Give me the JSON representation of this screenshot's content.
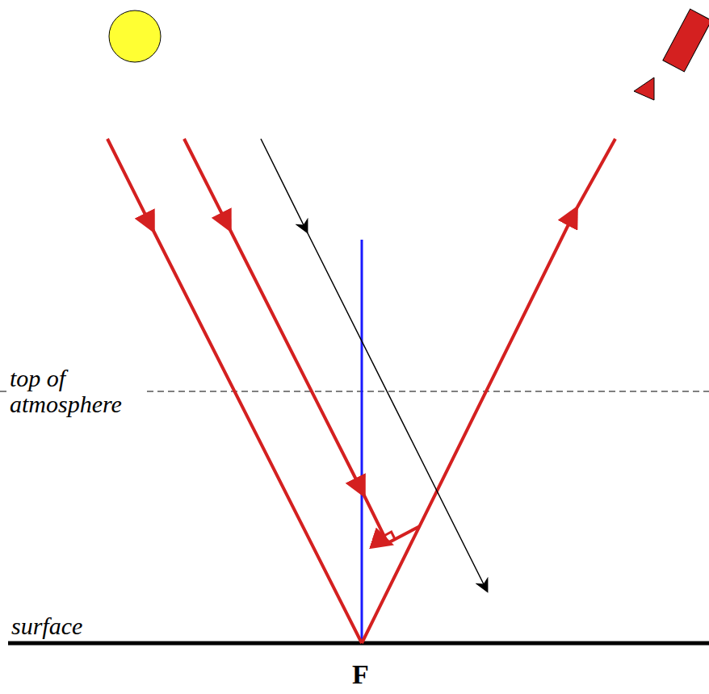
{
  "diagram": {
    "labels": [
      "top of atmosphere",
      "surface",
      "F"
    ]
  }
}
